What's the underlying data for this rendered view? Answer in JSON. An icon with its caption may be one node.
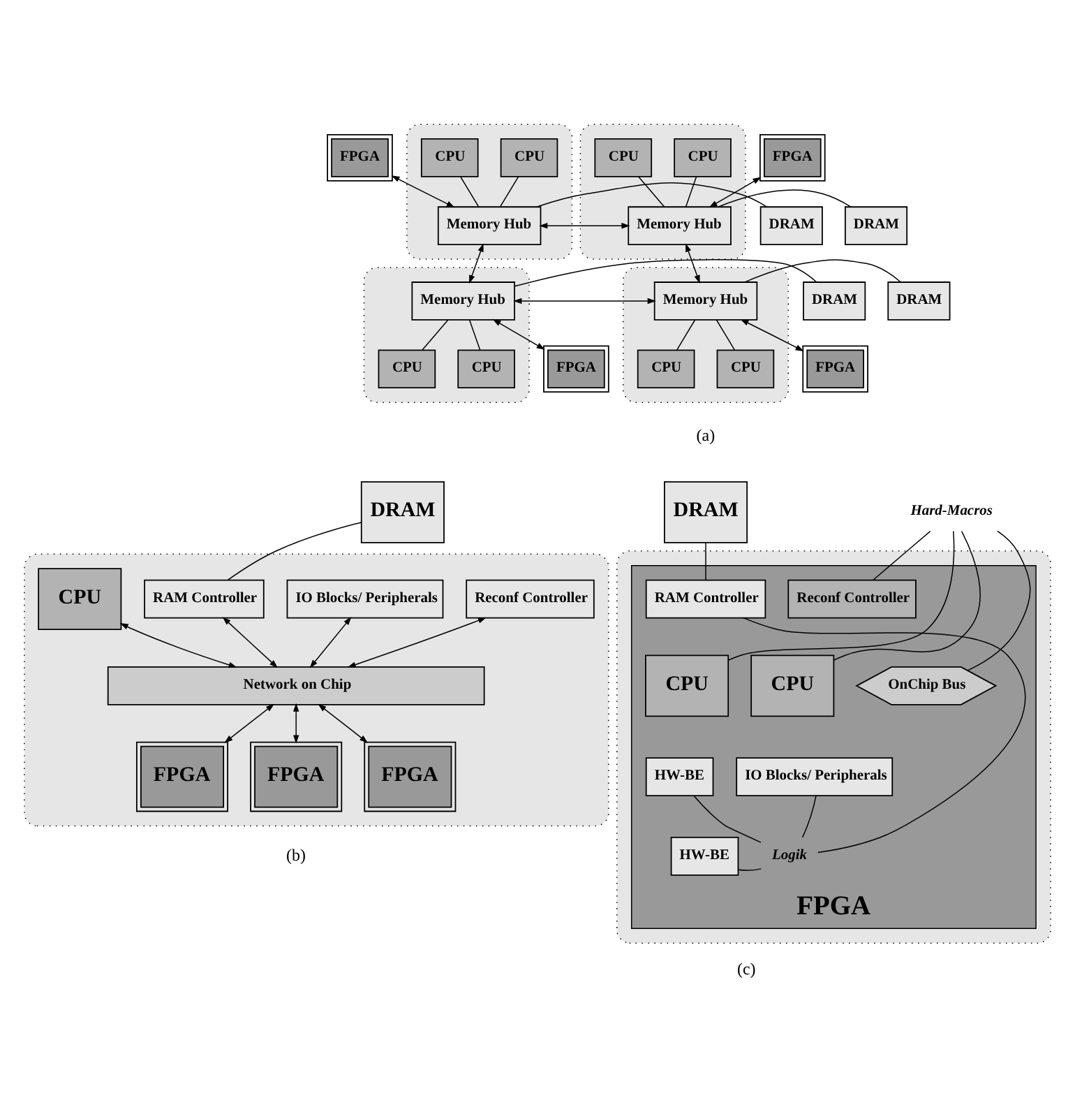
{
  "diagram": {
    "nodes": [
      {
        "text": [
          "FPGA"
        ]
      },
      {
        "text": [
          "FPGA"
        ]
      },
      {
        "text": [],
        "shape": "box"
      },
      {
        "text": [
          "CPU"
        ],
        "in": 2
      },
      {
        "text": [
          "CPU"
        ],
        "in": 2
      },
      {
        "text": [
          "Memory Hub"
        ],
        "in": 2
      },
      {
        "text": [],
        "shape": "box"
      },
      {
        "text": [
          "CPU"
        ],
        "in": 6
      },
      {
        "text": [
          "CPU"
        ],
        "in": 6
      },
      {
        "text": [
          "Memory Hub"
        ],
        "in": 6
      },
      {
        "text": [
          "DRAM"
        ]
      },
      {
        "text": [
          "DRAM"
        ]
      },
      {
        "text": [],
        "shape": "box"
      },
      {
        "text": [
          "Memory Hub"
        ],
        "in": 12
      },
      {
        "text": [
          "CPU"
        ],
        "in": 12
      },
      {
        "text": [
          "CPU"
        ],
        "in": 12
      },
      {
        "text": [],
        "shape": "box"
      },
      {
        "text": [
          "Memory Hub"
        ],
        "in": 16
      },
      {
        "text": [
          "CPU"
        ],
        "in": 16
      },
      {
        "text": [
          "CPU"
        ],
        "in": 16
      },
      {
        "text": [
          "DRAM"
        ]
      },
      {
        "text": [
          "DRAM"
        ]
      },
      {
        "text": [
          "FPGA"
        ]
      },
      {
        "text": [
          "FPGA"
        ]
      },
      {
        "text": [
          "DRAM"
        ]
      },
      {
        "text": [],
        "shape": "box"
      },
      {
        "text": [
          "IO Blocks/ Peripherals"
        ],
        "in": 25
      },
      {
        "text": [
          "Reconf Controller"
        ],
        "in": 25
      },
      {
        "text": [
          "CPU"
        ],
        "in": 25
      },
      {
        "text": [
          "RAM Controller"
        ],
        "in": 25
      },
      {
        "text": [
          "Network on Chip"
        ],
        "in": 25
      },
      {
        "text": [
          "FPGA"
        ],
        "in": 25
      },
      {
        "text": [
          "FPGA"
        ],
        "in": 25
      },
      {
        "text": [
          "FPGA"
        ],
        "in": 25
      },
      {
        "text": [
          "DRAM"
        ]
      },
      {
        "text": [
          "Hard-Macros"
        ]
      },
      {
        "text": [],
        "shape": "box"
      },
      {
        "text": [
          "FPGA"
        ],
        "in": 36
      },
      {
        "text": [
          "RAM Controller"
        ],
        "in": 37
      },
      {
        "text": [
          "Reconf Controller"
        ],
        "in": 37
      },
      {
        "text": [
          "CPU"
        ],
        "in": 37
      },
      {
        "text": [
          "OnChip Bus"
        ],
        "in": 37
      },
      {
        "text": [
          "CPU"
        ],
        "in": 37
      },
      {
        "text": [
          "HW-BE"
        ],
        "in": 37
      },
      {
        "text": [
          "IO Blocks/ Peripherals"
        ],
        "in": 37
      },
      {
        "text": [
          "HW-BE"
        ],
        "in": 37
      },
      {
        "text": [
          "Logik"
        ],
        "in": 37
      }
    ],
    "edges": [
      {
        "from": 0,
        "to": 5,
        "arrow": "both"
      },
      {
        "from": 1,
        "to": 9,
        "arrow": "both"
      },
      {
        "from": 3,
        "to": 5,
        "arrow": "none"
      },
      {
        "from": 4,
        "to": 5,
        "arrow": "none"
      },
      {
        "from": 7,
        "to": 9,
        "arrow": "none"
      },
      {
        "from": 8,
        "to": 9,
        "arrow": "none"
      },
      {
        "from": 10,
        "to": 5,
        "arrow": "none"
      },
      {
        "from": 5,
        "to": 9,
        "arrow": "both"
      },
      {
        "from": 9,
        "to": 11,
        "arrow": "none"
      },
      {
        "from": 5,
        "to": 13,
        "arrow": "both"
      },
      {
        "from": 9,
        "to": 17,
        "arrow": "both"
      },
      {
        "from": 20,
        "to": 13,
        "arrow": "none"
      },
      {
        "from": 13,
        "to": 17,
        "arrow": "both"
      },
      {
        "from": 17,
        "to": 21,
        "arrow": "none"
      },
      {
        "from": 13,
        "to": 14,
        "arrow": "none"
      },
      {
        "from": 13,
        "to": 15,
        "arrow": "none"
      },
      {
        "from": 17,
        "to": 18,
        "arrow": "none"
      },
      {
        "from": 17,
        "to": 19,
        "arrow": "none"
      },
      {
        "from": 13,
        "to": 22,
        "arrow": "both"
      },
      {
        "from": 17,
        "to": 23,
        "arrow": "both"
      },
      {
        "from": 24,
        "to": 29,
        "arrow": "none"
      },
      {
        "from": 26,
        "to": 30,
        "arrow": "both"
      },
      {
        "from": 27,
        "to": 30,
        "arrow": "both"
      },
      {
        "from": 28,
        "to": 30,
        "arrow": "both"
      },
      {
        "from": 29,
        "to": 30,
        "arrow": "both"
      },
      {
        "from": 30,
        "to": 31,
        "arrow": "both"
      },
      {
        "from": 30,
        "to": 32,
        "arrow": "both"
      },
      {
        "from": 30,
        "to": 33,
        "arrow": "both"
      },
      {
        "from": 34,
        "to": 38,
        "arrow": "none"
      },
      {
        "from": 35,
        "to": 40,
        "arrow": "none"
      },
      {
        "from": 35,
        "to": 41,
        "arrow": "none"
      },
      {
        "from": 35,
        "to": 42,
        "arrow": "none"
      },
      {
        "from": 35,
        "to": 39,
        "arrow": "none"
      },
      {
        "from": 46,
        "to": 38,
        "arrow": "none"
      },
      {
        "from": 46,
        "to": 43,
        "arrow": "none"
      },
      {
        "from": 46,
        "to": 44,
        "arrow": "none"
      },
      {
        "from": 46,
        "to": 45,
        "arrow": "none"
      }
    ],
    "labels": [
      "(a)",
      "(b)",
      "(c)"
    ]
  }
}
